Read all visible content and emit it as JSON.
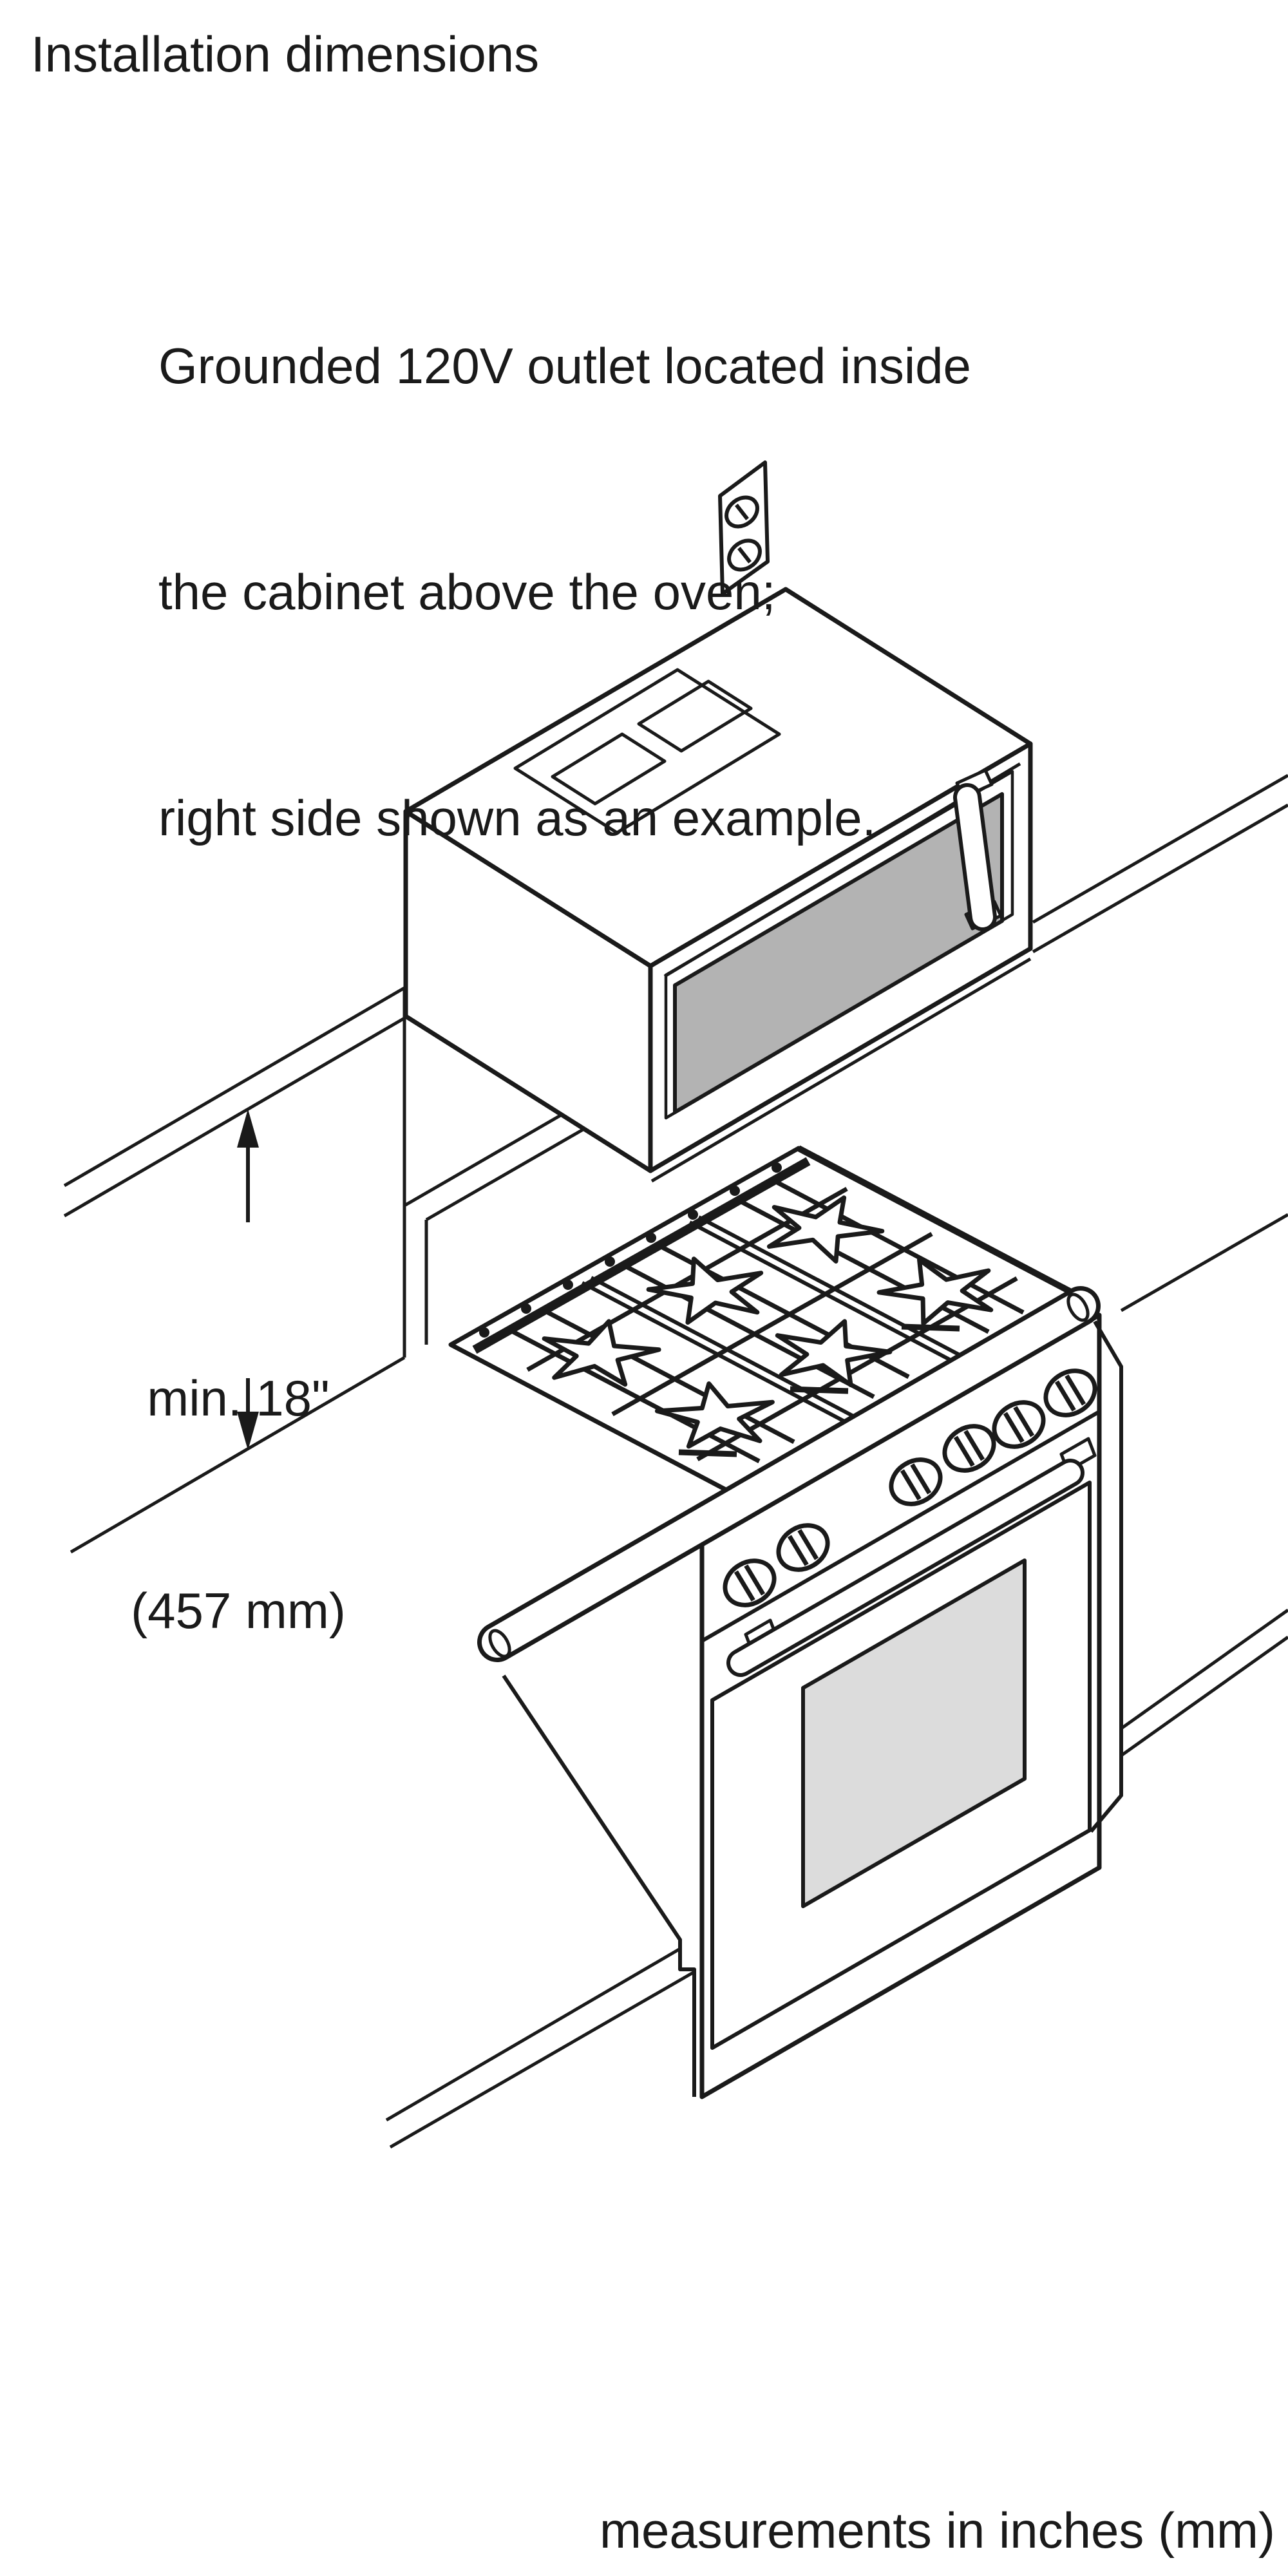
{
  "page": {
    "background": "#ffffff",
    "line_color": "#1a1a1a"
  },
  "title": "Installation dimensions",
  "note": {
    "line1": "Grounded 120V outlet located inside",
    "line2": "the cabinet above the oven;",
    "line3": "right side shown as an example."
  },
  "dimension": {
    "line1": "min. 18\"",
    "line2": "(457 mm)"
  },
  "footer": "measurements in inches (mm)",
  "colors": {
    "line": "#1a1a1a",
    "microwave_window": "#b3b3b3",
    "oven_window": "#dcdcdc"
  }
}
